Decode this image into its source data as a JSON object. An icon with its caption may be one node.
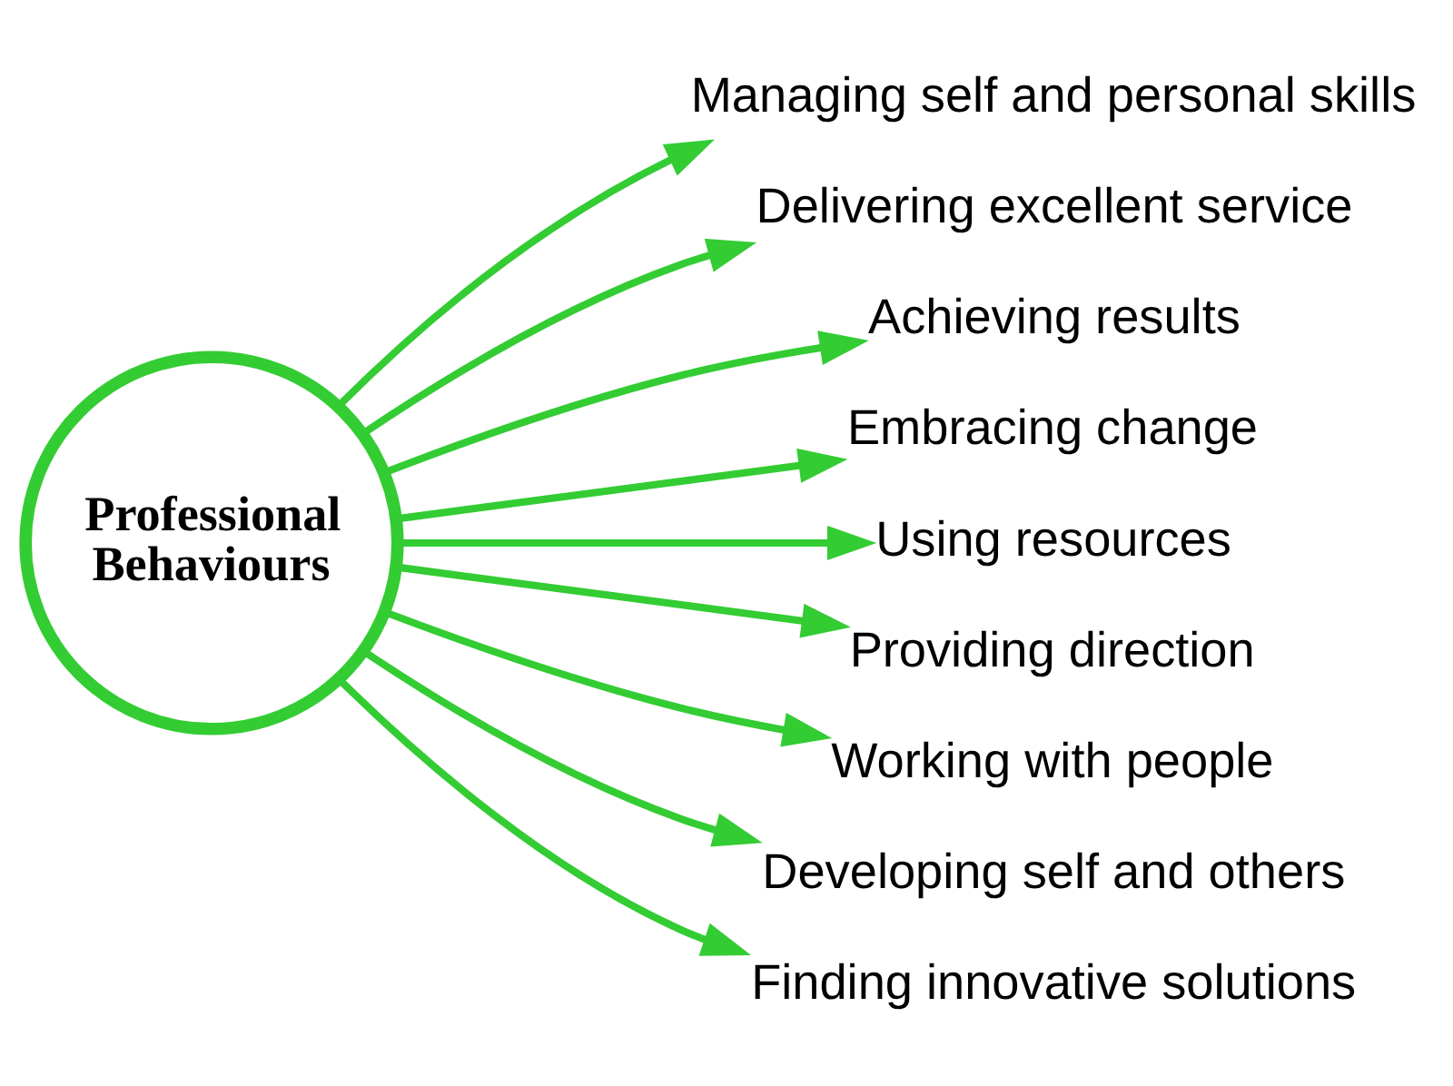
{
  "diagram": {
    "nodes": [
      {
        "text": [
          "Professional Behaviours"
        ]
      },
      {
        "text": [
          "Managing self and personal skills"
        ]
      },
      {
        "text": [
          "Delivering excellent service"
        ]
      },
      {
        "text": [
          "Achieving results"
        ]
      },
      {
        "text": [
          "Embracing change"
        ]
      },
      {
        "text": [
          "Using resources"
        ]
      },
      {
        "text": [
          "Providing direction"
        ]
      },
      {
        "text": [
          "Working with people"
        ]
      },
      {
        "text": [
          "Developing self and others"
        ]
      },
      {
        "text": [
          "Finding innovative solutions"
        ]
      }
    ],
    "edges": [
      {
        "from": 0,
        "to": 1,
        "arrow": "to"
      },
      {
        "from": 0,
        "to": 2,
        "arrow": "to"
      },
      {
        "from": 0,
        "to": 3,
        "arrow": "to"
      },
      {
        "from": 0,
        "to": 4,
        "arrow": "to"
      },
      {
        "from": 0,
        "to": 5,
        "arrow": "to"
      },
      {
        "from": 0,
        "to": 6,
        "arrow": "to"
      },
      {
        "from": 0,
        "to": 7,
        "arrow": "to"
      },
      {
        "from": 0,
        "to": 8,
        "arrow": "to"
      },
      {
        "from": 0,
        "to": 9,
        "arrow": "to"
      }
    ]
  }
}
